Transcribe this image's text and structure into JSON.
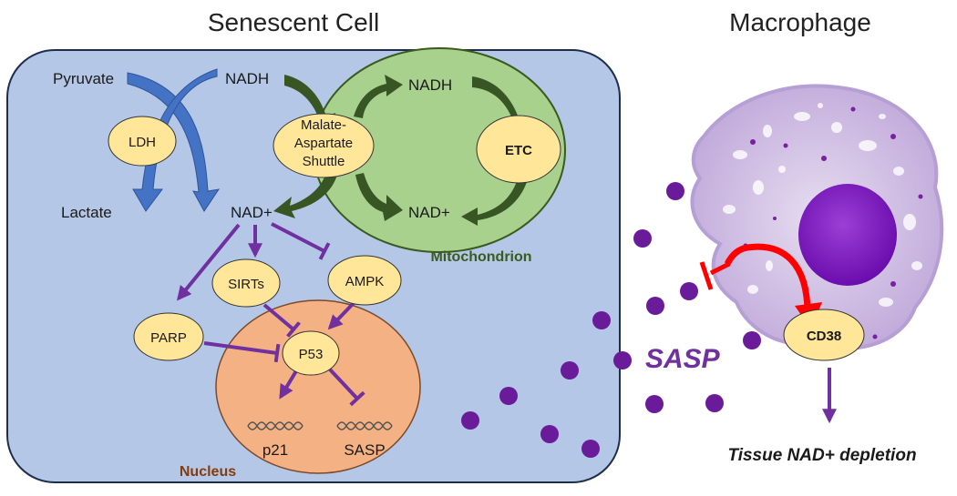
{
  "titles": {
    "senescent_cell": "Senescent Cell",
    "macrophage": "Macrophage"
  },
  "labels": {
    "pyruvate": "Pyruvate",
    "lactate": "Lactate",
    "nadh_cyto": "NADH",
    "nad_cyto": "NAD+",
    "nadh_mito": "NADH",
    "nad_mito": "NAD+",
    "mitochondrion": "Mitochondrion",
    "nucleus": "Nucleus",
    "p21": "p21",
    "sasp_gene": "SASP",
    "sasp_secreted": "SASP",
    "tissue_depletion": "Tissue NAD+ depletion"
  },
  "nodes": {
    "ldh": "LDH",
    "shuttle_line1": "Malate-",
    "shuttle_line2": "Aspartate",
    "shuttle_line3": "Shuttle",
    "etc": "ETC",
    "sirts": "SIRTs",
    "ampk": "AMPK",
    "parp": "PARP",
    "p53": "P53",
    "cd38": "CD38"
  },
  "colors": {
    "cell_fill": "#b4c7e7",
    "cell_stroke": "#1f2d4d",
    "mito_fill": "#a9d18e",
    "mito_label": "#3a5a1e",
    "nucleus_fill": "#f4b183",
    "nucleus_label": "#843c0c",
    "node_fill": "#ffe699",
    "blue_arrow": "#4472c4",
    "green_arrow": "#375623",
    "purple": "#7030a0",
    "sasp_dot": "#6a1b9a",
    "red_arrow": "#ff0000",
    "macrophage_body": "#c9b3e0",
    "macrophage_nucleus": "#7b1fa2"
  }
}
